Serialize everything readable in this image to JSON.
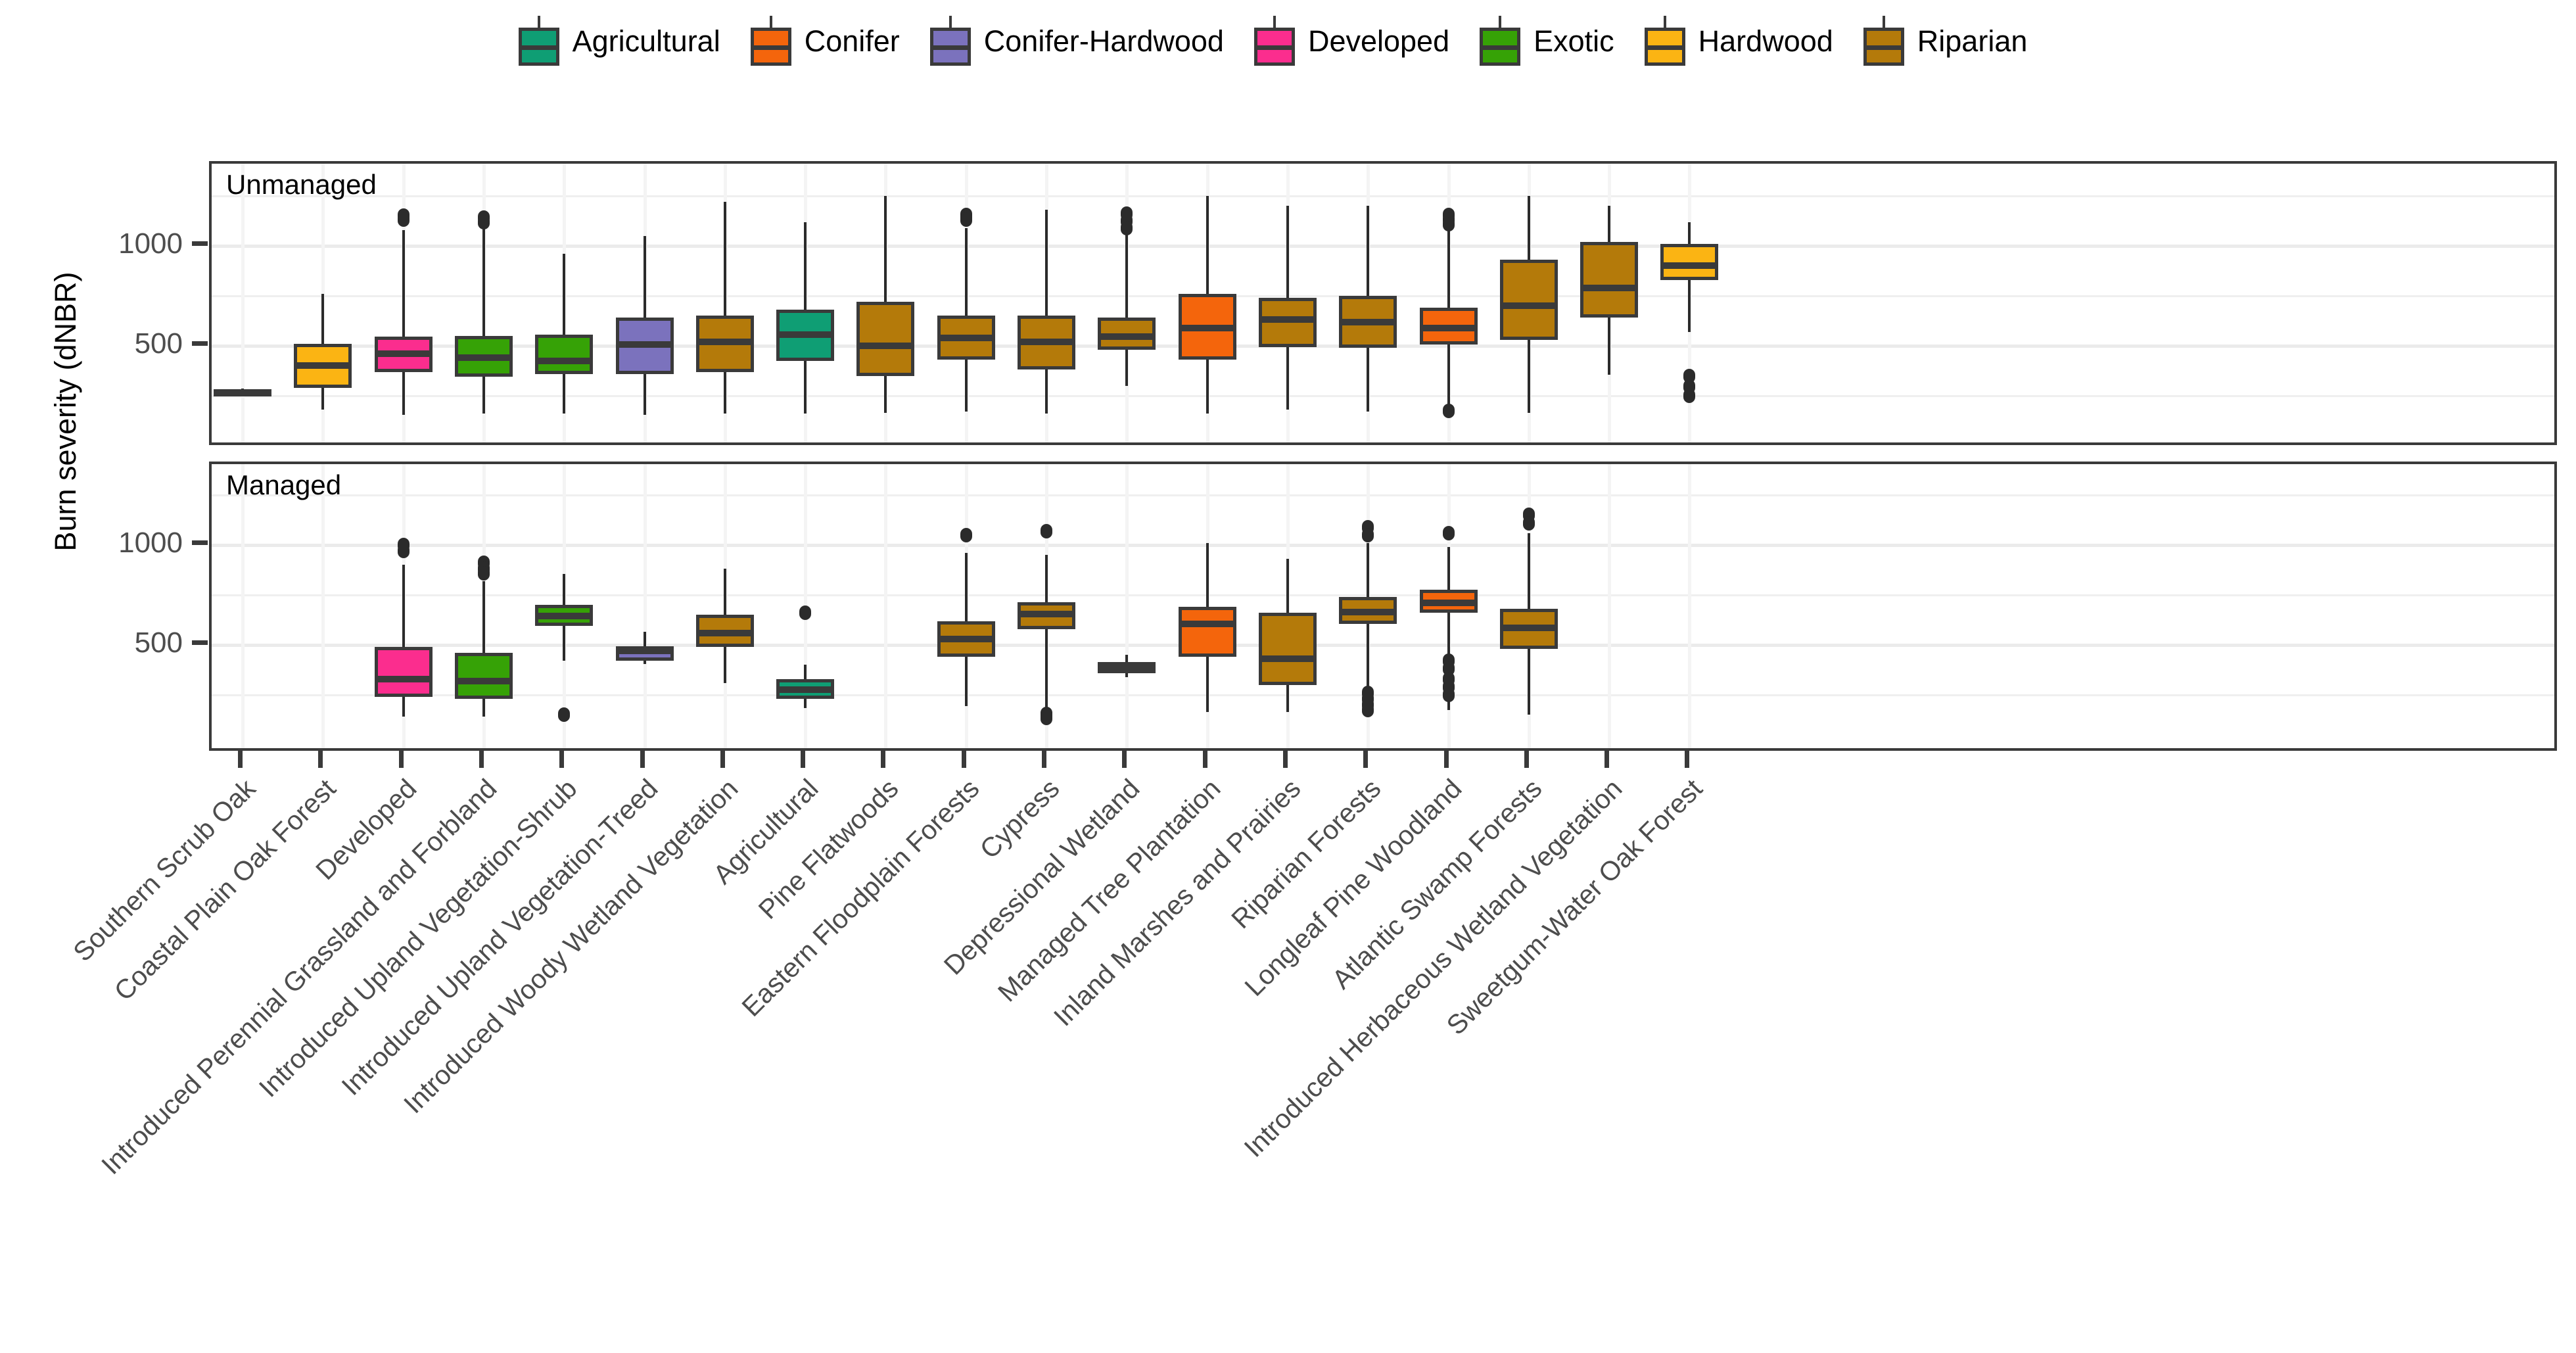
{
  "axes": {
    "ylabel": "Burn severity (dNBR)",
    "yticks": [
      500,
      1000
    ],
    "ytick_labels": [
      "500",
      "1000"
    ]
  },
  "legend": {
    "title": "",
    "position": "top",
    "items": [
      {
        "label": "Agricultural",
        "color": "#0f9e74"
      },
      {
        "label": "Conifer",
        "color": "#f4650c"
      },
      {
        "label": "Conifer-Hardwood",
        "color": "#7b72bd"
      },
      {
        "label": "Developed",
        "color": "#fb2d8e"
      },
      {
        "label": "Exotic",
        "color": "#36a206"
      },
      {
        "label": "Hardwood",
        "color": "#fbb413"
      },
      {
        "label": "Riparian",
        "color": "#b47a0a"
      }
    ]
  },
  "panels": [
    {
      "key": "unmanaged",
      "label": "Unmanaged"
    },
    {
      "key": "managed",
      "label": "Managed"
    }
  ],
  "chart_data": {
    "type": "boxplot",
    "title": "",
    "xlabel": "",
    "ylabel": "Burn severity (dNBR)",
    "ylim": [
      100,
      1300
    ],
    "yticks": [
      500,
      1000
    ],
    "grid": true,
    "legend_position": "top",
    "facets": [
      "Unmanaged",
      "Managed"
    ],
    "legend_entries": [
      "Agricultural",
      "Conifer",
      "Conifer-Hardwood",
      "Developed",
      "Exotic",
      "Hardwood",
      "Riparian"
    ],
    "categories": [
      "Southern Scrub Oak",
      "Coastal Plain Oak Forest",
      "Developed",
      "Introduced Perennial Grassland and Forbland",
      "Introduced Upland Vegetation-Shrub",
      "Introduced Upland Vegetation-Treed",
      "Introduced Woody Wetland Vegetation",
      "Agricultural",
      "Pine Flatwoods",
      "Eastern Floodplain Forests",
      "Cypress",
      "Depressional Wetland",
      "Managed Tree Plantation",
      "Inland Marshes and Prairies",
      "Riparian Forests",
      "Longleaf Pine Woodland",
      "Atlantic Swamp Forests",
      "Introduced Herbaceous Wetland Vegetation",
      "Sweetgum-Water Oak Forest"
    ],
    "series": [
      {
        "name": "Unmanaged",
        "boxes": [
          {
            "category": "Southern Scrub Oak",
            "group": "Hardwood",
            "color": "#b47a0a",
            "lower_whisker": 250,
            "q1": 255,
            "median": 265,
            "q3": 280,
            "upper_whisker": 285,
            "outliers": [],
            "fill": "#3a3a3a",
            "degenerate": true
          },
          {
            "category": "Coastal Plain Oak Forest",
            "group": "Hardwood",
            "color": "#fbb413",
            "lower_whisker": 180,
            "q1": 290,
            "median": 400,
            "q3": 510,
            "upper_whisker": 760,
            "outliers": []
          },
          {
            "category": "Developed",
            "group": "Developed",
            "color": "#fb2d8e",
            "lower_whisker": 155,
            "q1": 370,
            "median": 460,
            "q3": 545,
            "upper_whisker": 1080,
            "outliers": [
              1150,
              1130
            ]
          },
          {
            "category": "Introduced Perennial Grassland and Forbland",
            "group": "Exotic",
            "color": "#36a206",
            "lower_whisker": 160,
            "q1": 345,
            "median": 440,
            "q3": 550,
            "upper_whisker": 1100,
            "outliers": [
              1140,
              1120
            ]
          },
          {
            "category": "Introduced Upland Vegetation-Shrub",
            "group": "Exotic",
            "color": "#36a206",
            "lower_whisker": 160,
            "q1": 360,
            "median": 425,
            "q3": 555,
            "upper_whisker": 960,
            "outliers": []
          },
          {
            "category": "Introduced Upland Vegetation-Treed",
            "group": "Conifer-Hardwood",
            "color": "#7b72bd",
            "lower_whisker": 155,
            "q1": 360,
            "median": 505,
            "q3": 640,
            "upper_whisker": 1050,
            "outliers": []
          },
          {
            "category": "Introduced Woody Wetland Vegetation",
            "group": "Riparian",
            "color": "#b47a0a",
            "lower_whisker": 160,
            "q1": 370,
            "median": 520,
            "q3": 650,
            "upper_whisker": 1220,
            "outliers": []
          },
          {
            "category": "Agricultural",
            "group": "Agricultural",
            "color": "#0f9e74",
            "lower_whisker": 160,
            "q1": 425,
            "median": 555,
            "q3": 680,
            "upper_whisker": 1120,
            "outliers": []
          },
          {
            "category": "Pine Flatwoods",
            "group": "Riparian",
            "color": "#b47a0a",
            "lower_whisker": 165,
            "q1": 350,
            "median": 500,
            "q3": 720,
            "upper_whisker": 1250,
            "outliers": []
          },
          {
            "category": "Eastern Floodplain Forests",
            "group": "Riparian",
            "color": "#b47a0a",
            "lower_whisker": 170,
            "q1": 430,
            "median": 540,
            "q3": 650,
            "upper_whisker": 1090,
            "outliers": [
              1155,
              1140,
              1130
            ]
          },
          {
            "category": "Cypress",
            "group": "Riparian",
            "color": "#b47a0a",
            "lower_whisker": 160,
            "q1": 380,
            "median": 520,
            "q3": 650,
            "upper_whisker": 1180,
            "outliers": []
          },
          {
            "category": "Depressional Wetland",
            "group": "Riparian",
            "color": "#b47a0a",
            "lower_whisker": 300,
            "q1": 480,
            "median": 545,
            "q3": 640,
            "upper_whisker": 1060,
            "outliers": [
              1160,
              1125,
              1090
            ]
          },
          {
            "category": "Managed Tree Plantation",
            "group": "Conifer",
            "color": "#f4650c",
            "lower_whisker": 160,
            "q1": 430,
            "median": 590,
            "q3": 760,
            "upper_whisker": 1250,
            "outliers": []
          },
          {
            "category": "Inland Marshes and Prairies",
            "group": "Riparian",
            "color": "#b47a0a",
            "lower_whisker": 180,
            "q1": 495,
            "median": 630,
            "q3": 740,
            "upper_whisker": 1200,
            "outliers": []
          },
          {
            "category": "Riparian Forests",
            "group": "Riparian",
            "color": "#b47a0a",
            "lower_whisker": 170,
            "q1": 490,
            "median": 620,
            "q3": 750,
            "upper_whisker": 1200,
            "outliers": []
          },
          {
            "category": "Longleaf Pine Woodland",
            "group": "Conifer",
            "color": "#f4650c",
            "lower_whisker": 200,
            "q1": 505,
            "median": 590,
            "q3": 690,
            "upper_whisker": 1080,
            "outliers": [
              1155,
              1130,
              1110,
              175
            ]
          },
          {
            "category": "Atlantic Swamp Forests",
            "group": "Riparian",
            "color": "#b47a0a",
            "lower_whisker": 165,
            "q1": 530,
            "median": 700,
            "q3": 930,
            "upper_whisker": 1250,
            "outliers": []
          },
          {
            "category": "Introduced Herbaceous Wetland Vegetation",
            "group": "Riparian",
            "color": "#b47a0a",
            "lower_whisker": 355,
            "q1": 640,
            "median": 790,
            "q3": 1020,
            "upper_whisker": 1200,
            "outliers": []
          },
          {
            "category": "Sweetgum-Water Oak Forest",
            "group": "Hardwood",
            "color": "#fbb413",
            "lower_whisker": 570,
            "q1": 830,
            "median": 900,
            "q3": 1010,
            "upper_whisker": 1120,
            "outliers": [
              350,
              295,
              250
            ]
          }
        ]
      },
      {
        "name": "Managed",
        "boxes": [
          {
            "category": "Southern Scrub Oak",
            "group": "",
            "color": "",
            "empty": true
          },
          {
            "category": "Coastal Plain Oak Forest",
            "group": "",
            "color": "",
            "empty": true
          },
          {
            "category": "Developed",
            "group": "Developed",
            "color": "#fb2d8e",
            "lower_whisker": 140,
            "q1": 240,
            "median": 330,
            "q3": 490,
            "upper_whisker": 900,
            "outliers": [
              1000,
              970
            ]
          },
          {
            "category": "Introduced Perennial Grassland and Forbland",
            "group": "Exotic",
            "color": "#36a206",
            "lower_whisker": 140,
            "q1": 230,
            "median": 320,
            "q3": 460,
            "upper_whisker": 820,
            "outliers": [
              910,
              880,
              860
            ]
          },
          {
            "category": "Introduced Upland Vegetation-Shrub",
            "group": "Exotic",
            "color": "#36a206",
            "lower_whisker": 420,
            "q1": 595,
            "median": 645,
            "q3": 700,
            "upper_whisker": 855,
            "outliers": [
              150
            ]
          },
          {
            "category": "Introduced Upland Vegetation-Treed",
            "group": "Conifer-Hardwood",
            "color": "#7b72bd",
            "lower_whisker": 405,
            "q1": 420,
            "median": 470,
            "q3": 495,
            "upper_whisker": 565,
            "outliers": []
          },
          {
            "category": "Introduced Woody Wetland Vegetation",
            "group": "Riparian",
            "color": "#b47a0a",
            "lower_whisker": 310,
            "q1": 490,
            "median": 560,
            "q3": 650,
            "upper_whisker": 880,
            "outliers": []
          },
          {
            "category": "Agricultural",
            "group": "Agricultural",
            "color": "#0f9e74",
            "lower_whisker": 185,
            "q1": 230,
            "median": 275,
            "q3": 330,
            "upper_whisker": 400,
            "outliers": [
              660
            ]
          },
          {
            "category": "Pine Flatwoods",
            "group": "",
            "color": "",
            "empty": true
          },
          {
            "category": "Eastern Floodplain Forests",
            "group": "Riparian",
            "color": "#b47a0a",
            "lower_whisker": 195,
            "q1": 440,
            "median": 530,
            "q3": 620,
            "upper_whisker": 960,
            "outliers": [
              1050
            ]
          },
          {
            "category": "Cypress",
            "group": "Riparian",
            "color": "#b47a0a",
            "lower_whisker": 175,
            "q1": 580,
            "median": 655,
            "q3": 715,
            "upper_whisker": 950,
            "outliers": [
              1070,
              155,
              150,
              145,
              140,
              135
            ]
          },
          {
            "category": "Depressional Wetland",
            "group": "Riparian",
            "color": "#b47a0a",
            "lower_whisker": 340,
            "q1": 360,
            "median": 385,
            "q3": 415,
            "upper_whisker": 450,
            "outliers": []
          },
          {
            "category": "Managed Tree Plantation",
            "group": "Conifer",
            "color": "#f4650c",
            "lower_whisker": 165,
            "q1": 440,
            "median": 605,
            "q3": 690,
            "upper_whisker": 1010,
            "outliers": []
          },
          {
            "category": "Inland Marshes and Prairies",
            "group": "Riparian",
            "color": "#b47a0a",
            "lower_whisker": 165,
            "q1": 300,
            "median": 430,
            "q3": 660,
            "upper_whisker": 930,
            "outliers": []
          },
          {
            "category": "Riparian Forests",
            "group": "Riparian",
            "color": "#b47a0a",
            "lower_whisker": 150,
            "q1": 605,
            "median": 665,
            "q3": 740,
            "upper_whisker": 1010,
            "outliers": [
              1090,
              1050,
              260,
              230,
              200,
              175
            ]
          },
          {
            "category": "Longleaf Pine Woodland",
            "group": "Conifer",
            "color": "#f4650c",
            "lower_whisker": 175,
            "q1": 660,
            "median": 710,
            "q3": 775,
            "upper_whisker": 990,
            "outliers": [
              1060,
              420,
              380,
              330,
              290,
              250
            ]
          },
          {
            "category": "Atlantic Swamp Forests",
            "group": "Riparian",
            "color": "#b47a0a",
            "lower_whisker": 150,
            "q1": 480,
            "median": 585,
            "q3": 680,
            "upper_whisker": 1060,
            "outliers": [
              1150,
              1110
            ]
          },
          {
            "category": "Introduced Herbaceous Wetland Vegetation",
            "group": "",
            "color": "",
            "empty": true
          },
          {
            "category": "Sweetgum-Water Oak Forest",
            "group": "",
            "color": "",
            "empty": true
          }
        ]
      }
    ]
  }
}
